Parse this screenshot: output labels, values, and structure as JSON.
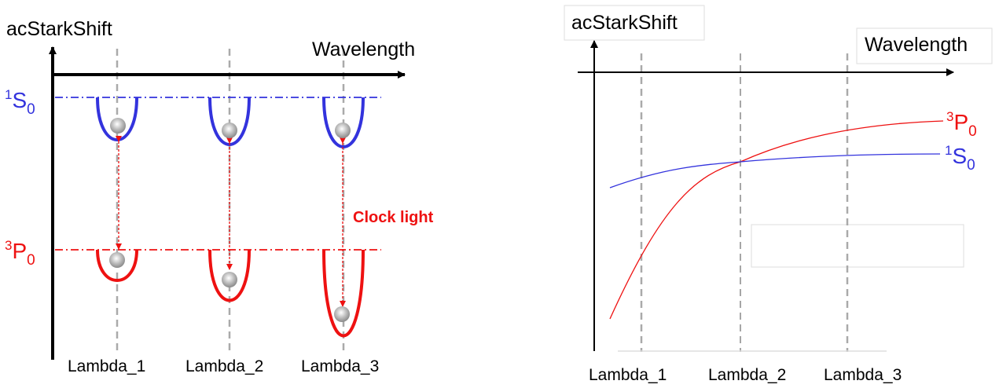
{
  "left_panel": {
    "y_label": "acStarkShift",
    "x_label": "Wavelength",
    "level_1s0": {
      "main": "S",
      "sup": "1",
      "sub": "0"
    },
    "level_3p0": {
      "main": "P",
      "sup": "3",
      "sub": "0"
    },
    "annotation": "Clock light",
    "columns": [
      "Lambda_1",
      "Lambda_2",
      "Lambda_3"
    ]
  },
  "right_panel": {
    "y_label": "acStarkShift",
    "x_label": "Wavelength",
    "series_3p0": {
      "main": "P",
      "sup": "3",
      "sub": "0"
    },
    "series_1s0": {
      "main": "S",
      "sup": "1",
      "sub": "0"
    },
    "columns": [
      "Lambda_1",
      "Lambda_2",
      "Lambda_3"
    ]
  },
  "colors": {
    "s_state": "#3333dd",
    "p_state": "#ee1111",
    "guide": "#aaaaaa",
    "axis": "#000000"
  }
}
